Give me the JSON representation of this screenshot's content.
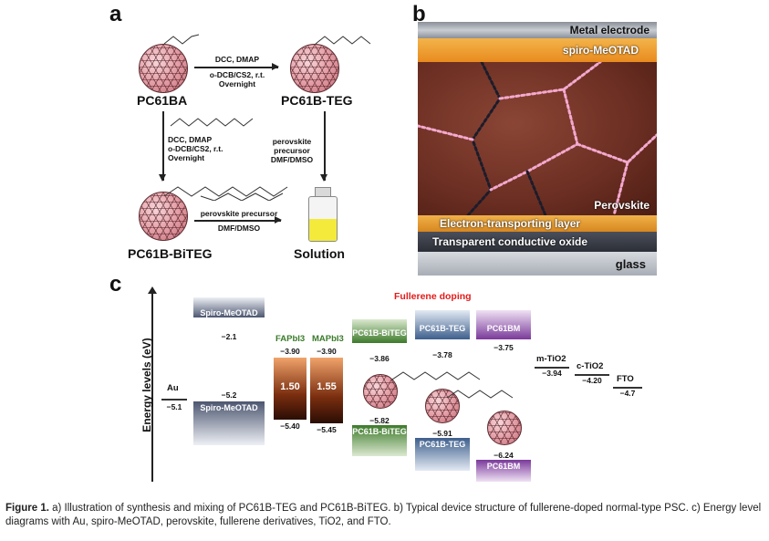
{
  "panels": {
    "a": "a",
    "b": "b",
    "c": "c"
  },
  "scheme": {
    "pc61ba": "PC61BA",
    "pc61b_teg": "PC61B-TEG",
    "pc61b_biteg": "PC61B-BiTEG",
    "solution": "Solution",
    "cond1_l1": "DCC, DMAP",
    "cond1_l2": "o-DCB/CS2, r.t.",
    "cond1_l3": "Overnight",
    "cond2_l1": "DCC, DMAP",
    "cond2_l2": "o-DCB/CS2, r.t.",
    "cond2_l3": "Overnight",
    "cond3_l1": "perovskite",
    "cond3_l2": "precursor",
    "cond3_l3": "DMF/DMSO",
    "cond4_l1": "perovskite precursor",
    "cond4_l2": "DMF/DMSO"
  },
  "device": {
    "layers": [
      "Metal electrode",
      "spiro-MeOTAD",
      "Perovskite",
      "Electron-transporting layer",
      "Transparent conductive oxide",
      "glass"
    ]
  },
  "energy": {
    "ylabel": "Energy levels (eV)",
    "title": "Fullerene doping",
    "au": {
      "name": "Au",
      "value": "−5.1"
    },
    "spiro": {
      "name_top": "Spiro-MeOTAD",
      "lumo": "−2.1",
      "homo": "−5.2",
      "name_bottom": "Spiro-MeOTAD"
    },
    "fapbi3": {
      "name": "FAPbI3",
      "cb": "−3.90",
      "gap": "1.50",
      "vb": "−5.40"
    },
    "mapbi3": {
      "name": "MAPbI3",
      "cb": "−3.90",
      "gap": "1.55",
      "vb": "−5.45"
    },
    "biteg": {
      "name_top": "PC61B-BiTEG",
      "lumo": "−3.86",
      "homo": "−5.82",
      "name_bottom": "PC61B-BiTEG"
    },
    "teg": {
      "name_top": "PC61B-TEG",
      "lumo": "−3.78",
      "homo": "−5.91",
      "name_bottom": "PC61B-TEG"
    },
    "pcbm": {
      "name_top": "PC61BM",
      "lumo": "−3.75",
      "homo": "−6.24",
      "name_bottom": "PC61BM"
    },
    "mtio2": {
      "name": "m-TiO2",
      "value": "−3.94"
    },
    "ctio2": {
      "name": "c-TiO2",
      "value": "−4.20"
    },
    "fto": {
      "name": "FTO",
      "value": "−4.7"
    }
  },
  "caption": {
    "label": "Figure 1.",
    "text": " a) Illustration of synthesis and mixing of PC61B-TEG and PC61B-BiTEG. b) Typical device structure of fullerene-doped normal-type PSC. c) Energy level diagrams with Au, spiro-MeOTAD, perovskite, fullerene derivatives, TiO2, and FTO."
  }
}
